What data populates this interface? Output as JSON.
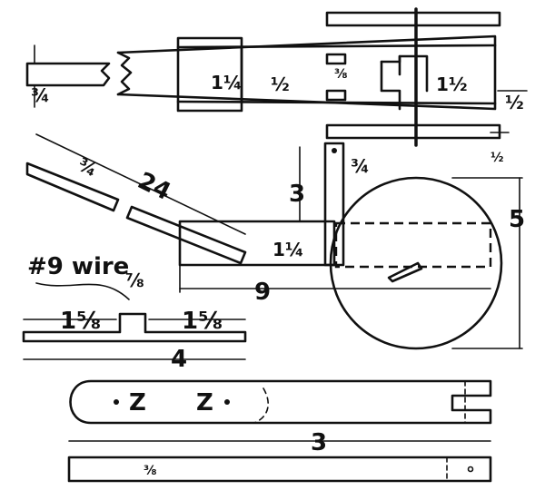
{
  "labels": {
    "top_left_stub": "¾",
    "frame_inner_width": "1¼",
    "frame_half": "½",
    "slot_width": "⅜",
    "bend_width": "1½",
    "rail_right": "½",
    "rail_bottom": "½",
    "arm_width": "¾",
    "arm_length": "24",
    "post_height": "3",
    "post_width": "¾",
    "wheel_diameter": "5",
    "deck_height": "1¼",
    "deck_length": "9",
    "wire_note": "#9 wire",
    "wire_inset": "⅞",
    "wire_left": "1⅝",
    "wire_right": "1⅝",
    "wire_length": "4",
    "paddle_letter_1": "Z",
    "paddle_letter_2": "Z",
    "paddle_length": "3",
    "bar_thickness": "⅜"
  },
  "colors": {
    "ink": "#111111",
    "paper": "#ffffff"
  }
}
